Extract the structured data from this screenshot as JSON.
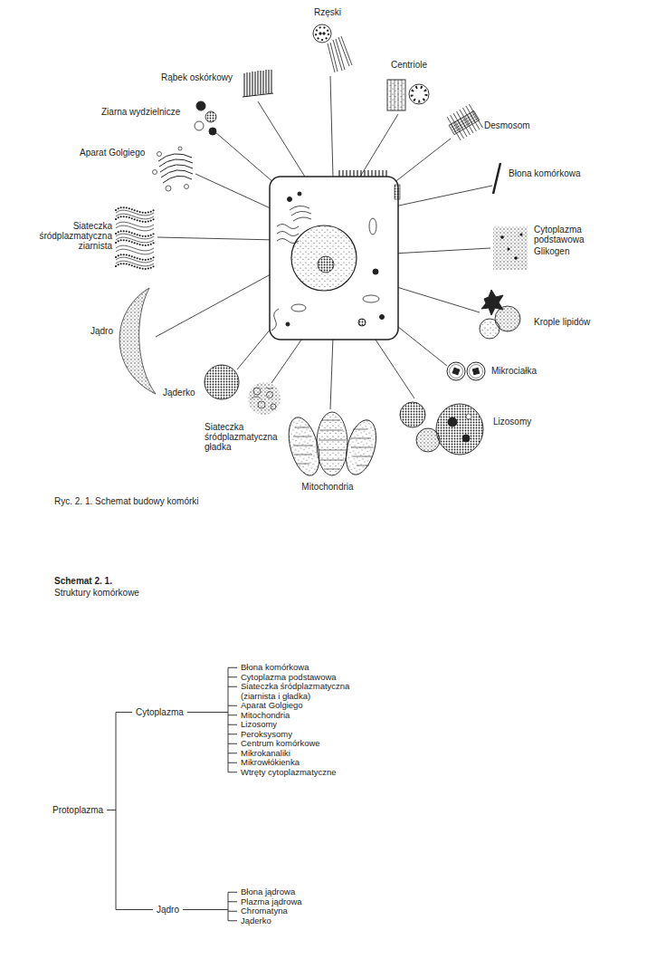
{
  "diagram": {
    "caption": "Ryc. 2. 1. Schemat budowy komórki",
    "labels": [
      "Rzęski",
      "Centriole",
      "Desmosom",
      "Błona komórkowa",
      "Cytoplazma podstawowa",
      "Glikogen",
      "Krople lipidów",
      "Mikrociałka",
      "Lizosomy",
      "Mitochondria",
      "Siateczka śródplazmatyczna gładka",
      "Jąderko",
      "Jądro",
      "Siateczka śródplazmatyczna ziarnista",
      "Aparat Golgiego",
      "Ziarna wydzielnicze",
      "Rąbek oskórkowy",
      "Schemat 2. 1.",
      "Struktury komórkowe",
      "Protoplazma",
      "Cytoplazma",
      "Jądro",
      "Błona komórkowa",
      "Cytoplazma podstawowa",
      "Siateczka śródplazmatyczna (ziarnista i gładka)",
      "Aparat Golgiego",
      "Mitochondria",
      "Lizosomy",
      "Peroksysomy",
      "Centrum komórkowe",
      "Mikrokanaliki",
      "Mikrowłókienka",
      "Wtręty cytoplazmatyczne",
      "Błona jądrowa",
      "Plazma jądrowa",
      "Chromatyna",
      "Jąderko"
    ]
  }
}
